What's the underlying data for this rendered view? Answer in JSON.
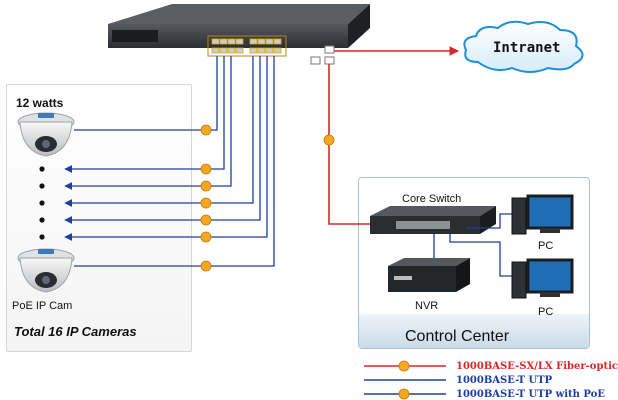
{
  "labels": {
    "watts": "12 watts",
    "cam_label": "PoE IP Cam",
    "total": "Total 16 IP Cameras",
    "intranet": "Intranet",
    "core_switch": "Core Switch",
    "pc_top": "PC",
    "pc_bottom": "PC",
    "nvr": "NVR",
    "control_center": "Control Center"
  },
  "legend": [
    {
      "label": "1000BASE-SX/LX Fiber-optic",
      "color": "#d9262a",
      "marker": true
    },
    {
      "label": "1000BASE-T UTP",
      "color": "#1c3fa1",
      "marker": false
    },
    {
      "label": "1000BASE-T UTP with PoE",
      "color": "#1c3fa1",
      "marker": true
    }
  ],
  "colors": {
    "fiber": "#d9262a",
    "utp": "#1c3fa1",
    "poe_marker": "#f5a623",
    "switch_body": "#2f3236",
    "port_accent": "#e0a800"
  },
  "icons": {
    "camera": "dome-camera-icon",
    "pc": "desktop-pc-icon",
    "nvr": "nvr-recorder-icon",
    "switch": "poe-switch-icon",
    "cloud": "cloud-icon"
  }
}
